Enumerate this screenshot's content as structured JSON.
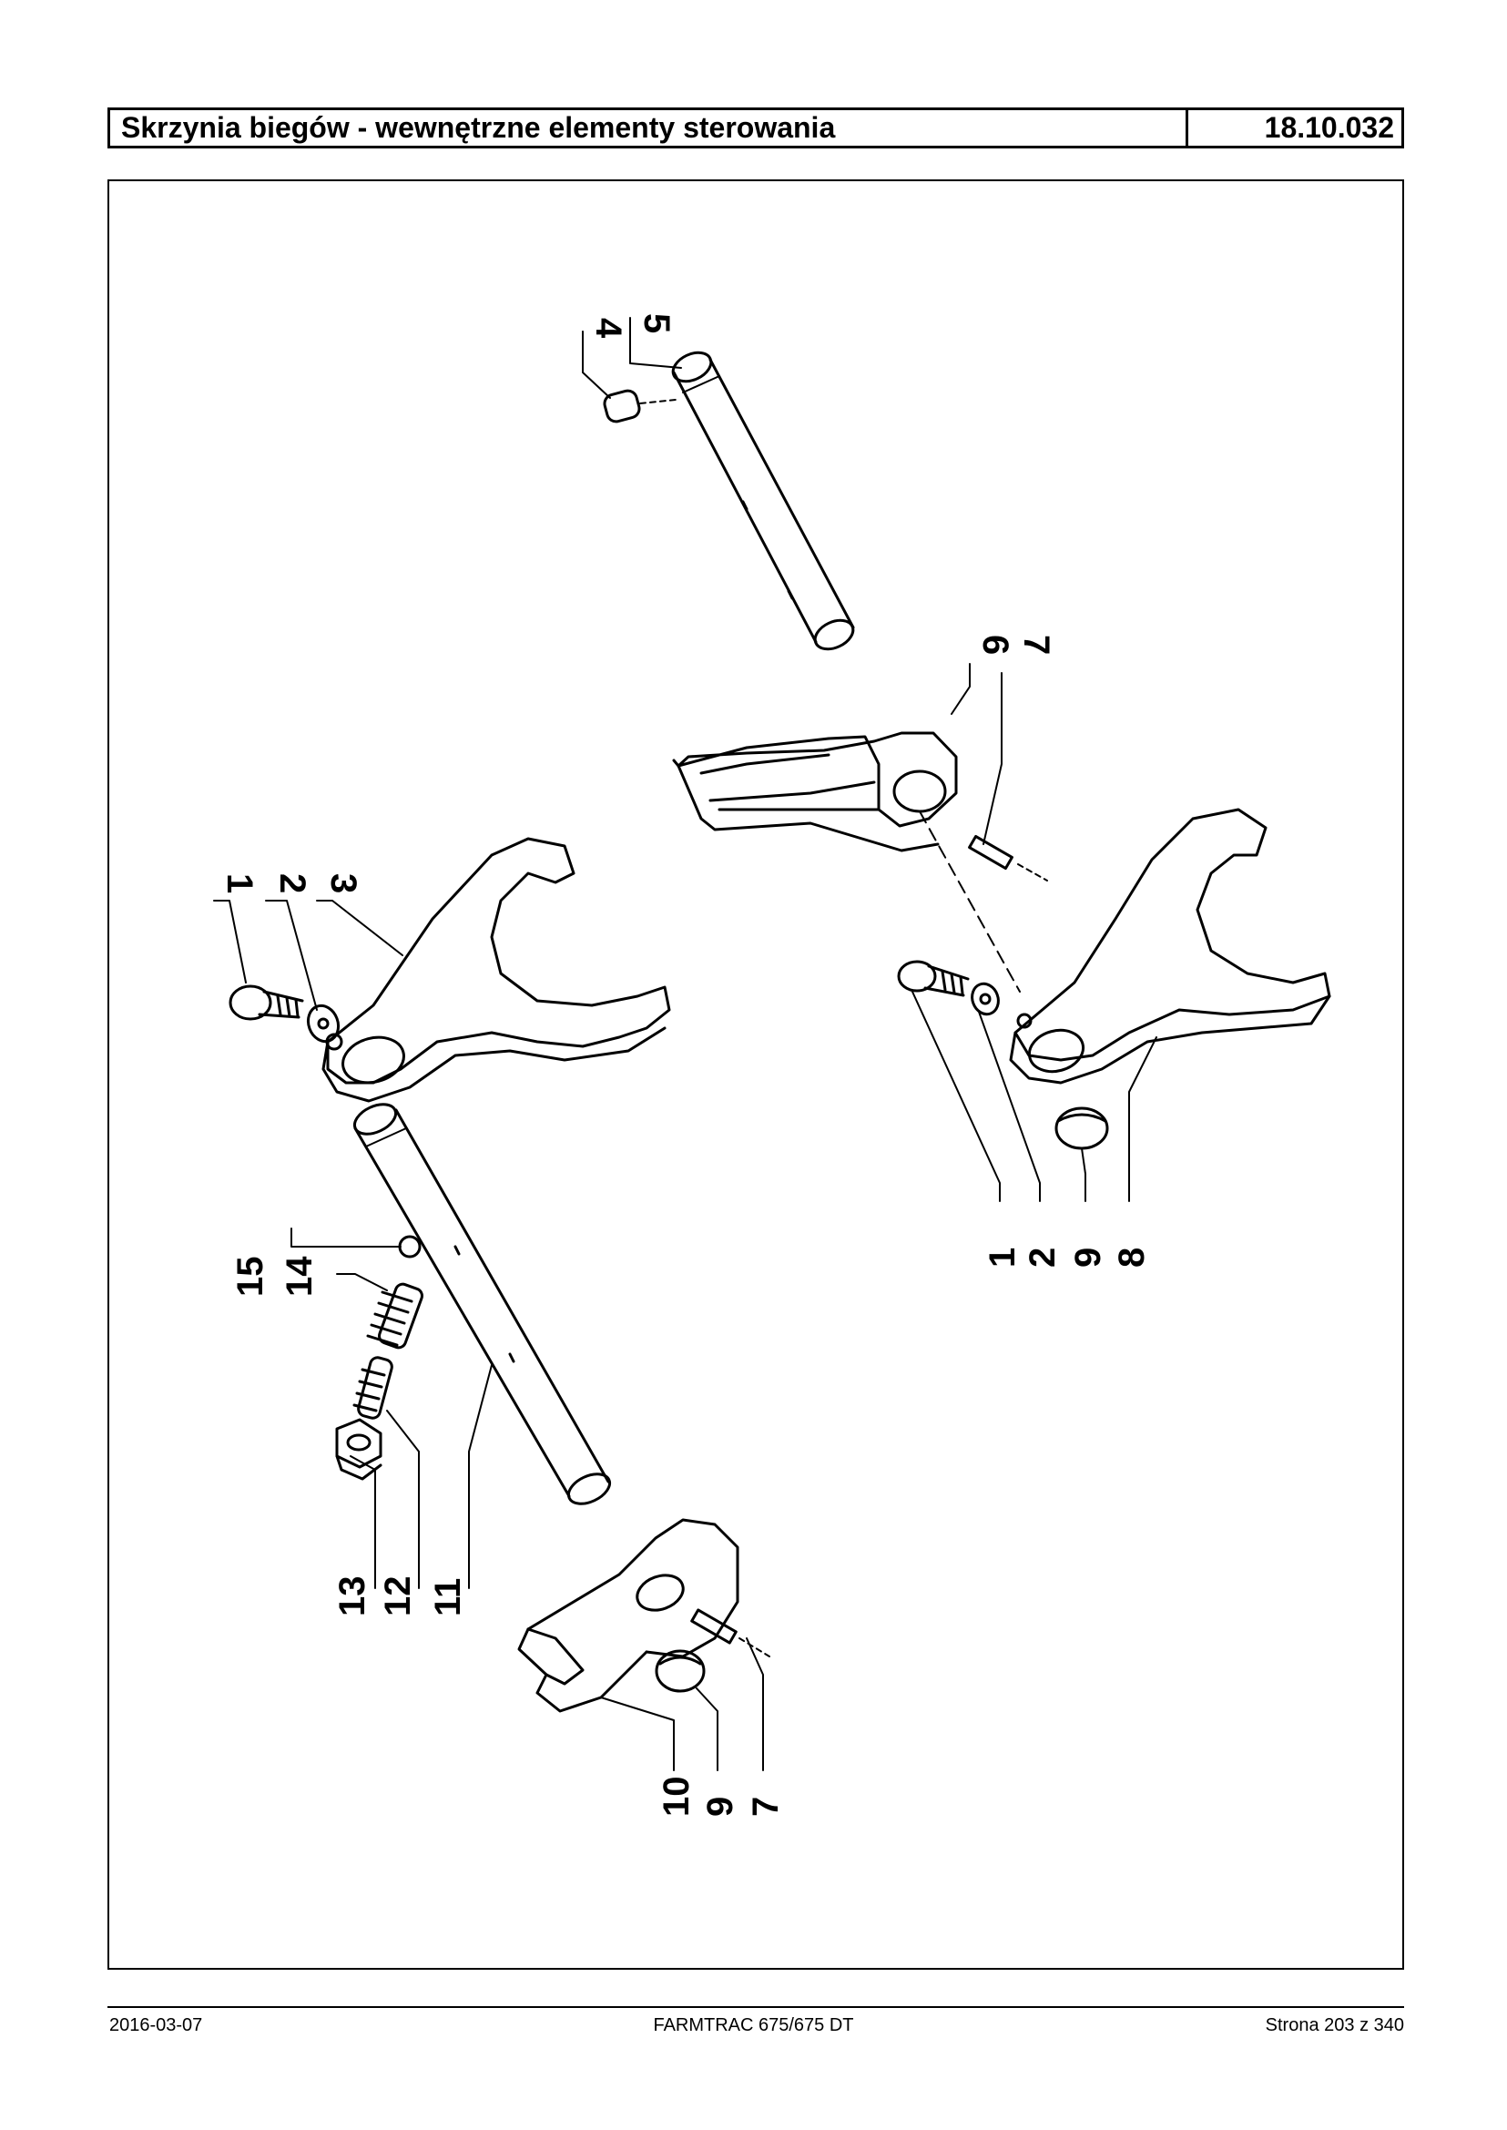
{
  "header": {
    "title": "Skrzynia biegów - wewnętrzne elementy sterowania",
    "code": "18.10.032"
  },
  "callouts": {
    "top_group": [
      "4",
      "5",
      "6",
      "7"
    ],
    "left_fork_group": [
      "1",
      "2",
      "3"
    ],
    "right_fork_group": [
      "1",
      "2",
      "9",
      "8"
    ],
    "detent_group": [
      "15",
      "14",
      "13",
      "12",
      "11"
    ],
    "bottom_group": [
      "10",
      "9",
      "7"
    ]
  },
  "footer": {
    "date": "2016-03-07",
    "model": "FARMTRAC 675/675 DT",
    "page": "Strona 203 z 340"
  }
}
